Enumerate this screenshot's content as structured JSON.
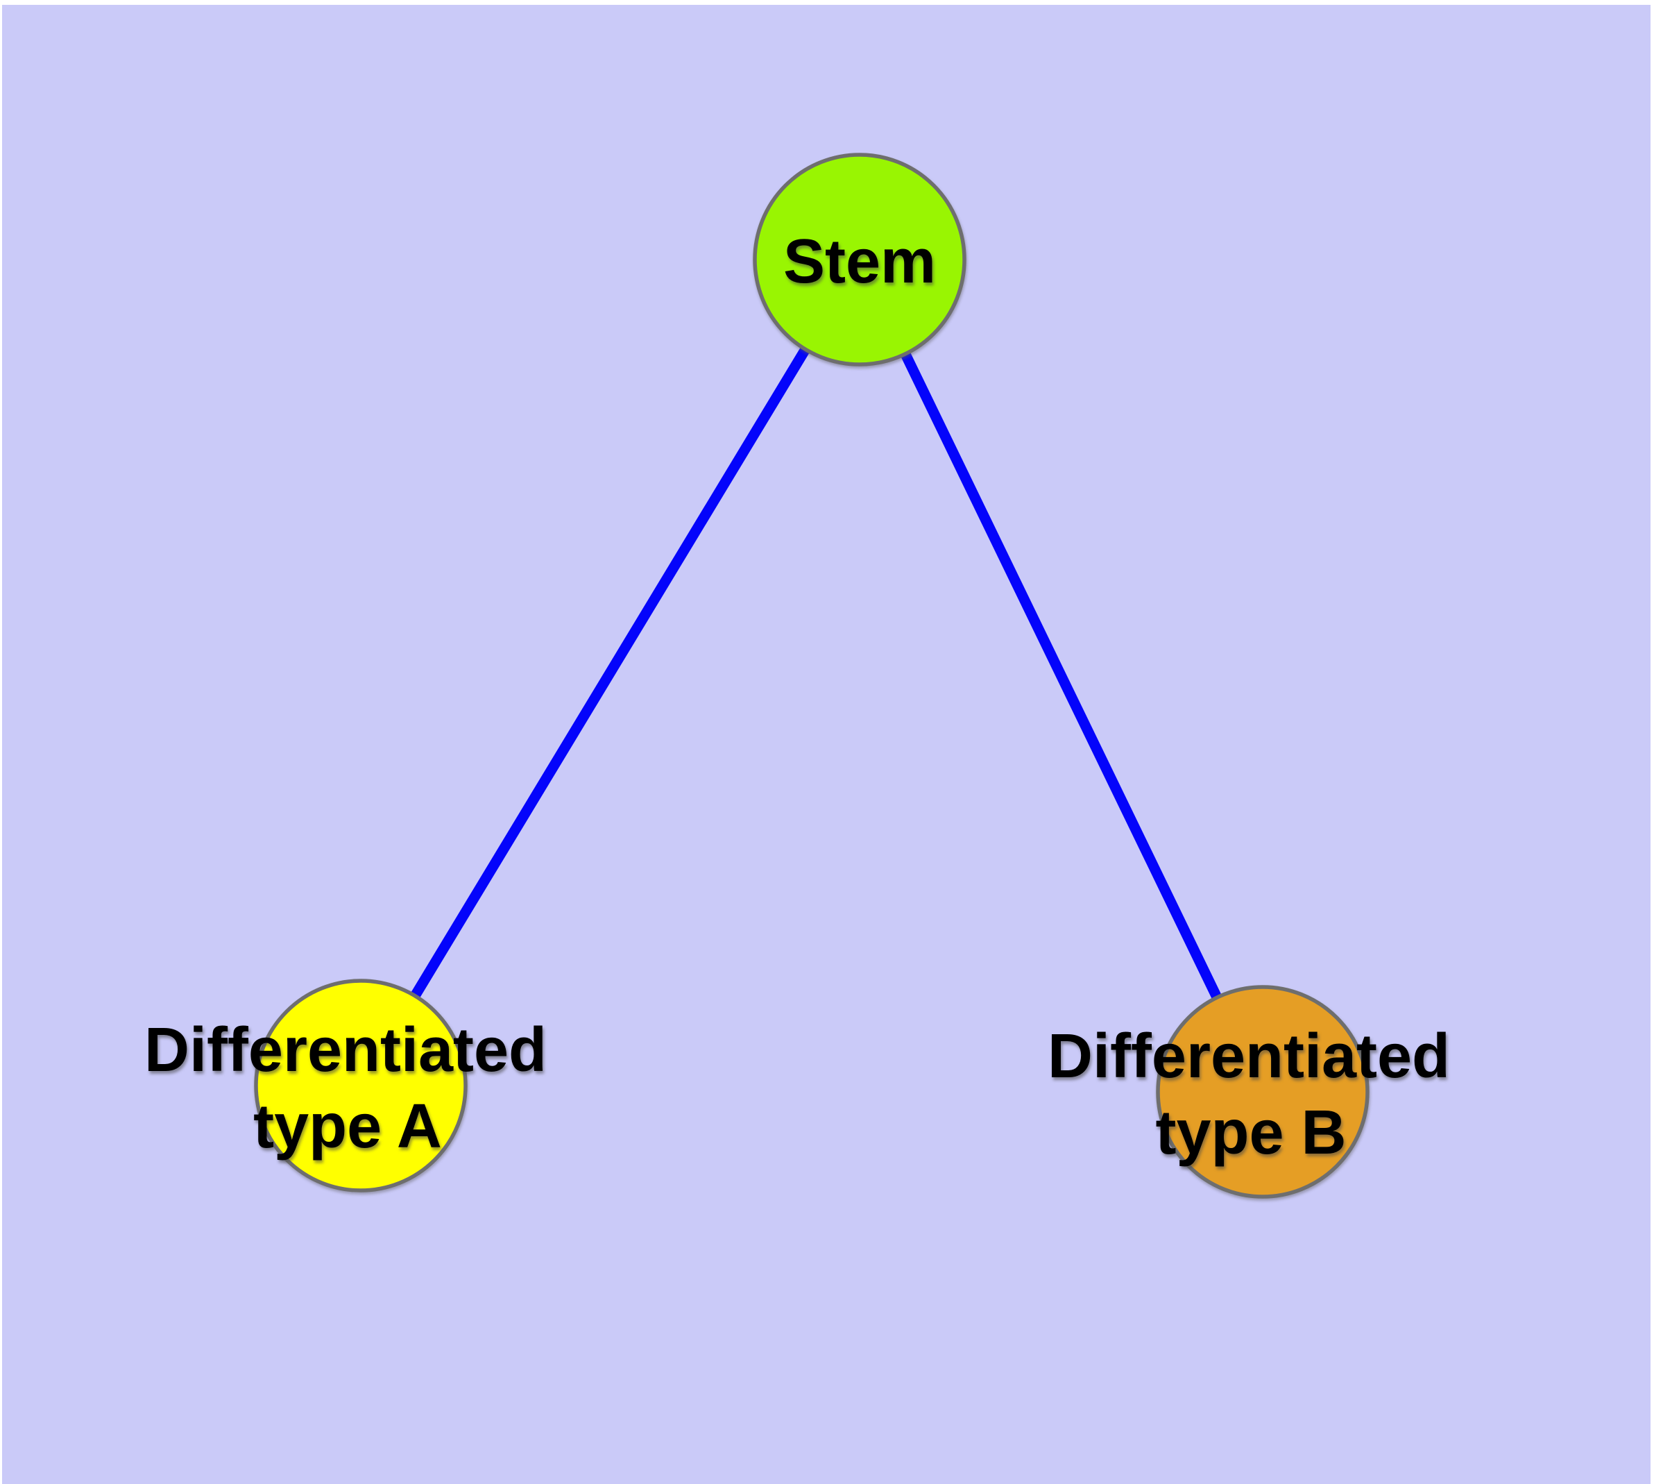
{
  "diagram": {
    "background_color": "#cacaf8",
    "margin_color": "#ffffff",
    "edge_color": "#0404fb",
    "node_border_color": "#6e6e6e",
    "label_color": "#000000",
    "nodes": {
      "stem": {
        "label": "Stem",
        "fill": "#99f502"
      },
      "type_a": {
        "label_line1": "Differentiated",
        "label_line2": "type A",
        "fill": "#ffff00"
      },
      "type_b": {
        "label_line1": "Differentiated",
        "label_line2": "type B",
        "fill": "#e59e25"
      }
    },
    "edges": [
      {
        "from": "stem",
        "to": "type_a"
      },
      {
        "from": "stem",
        "to": "type_b"
      }
    ]
  }
}
